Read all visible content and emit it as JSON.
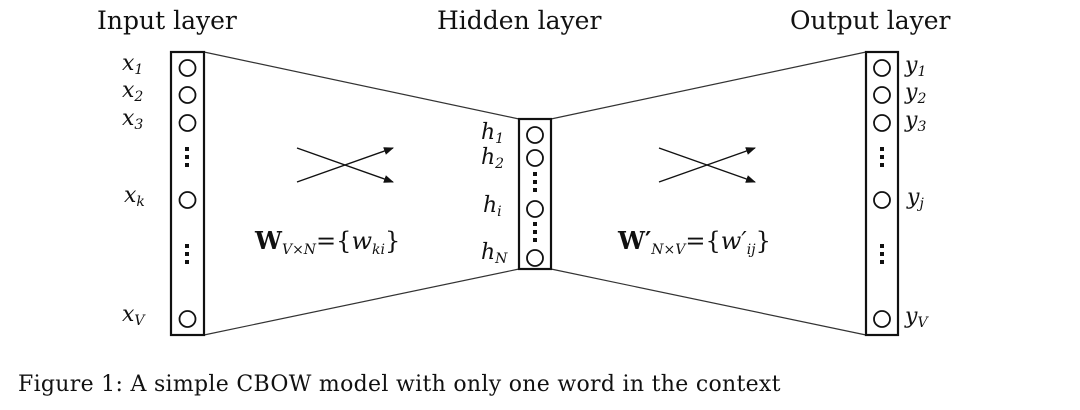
{
  "layers": {
    "input_title": "Input layer",
    "hidden_title": "Hidden layer",
    "output_title": "Output layer"
  },
  "input_nodes": [
    {
      "base": "x",
      "sub": "1"
    },
    {
      "base": "x",
      "sub": "2"
    },
    {
      "base": "x",
      "sub": "3"
    },
    {
      "base": "x",
      "sub": "k"
    },
    {
      "base": "x",
      "sub": "V"
    }
  ],
  "hidden_nodes": [
    {
      "base": "h",
      "sub": "1"
    },
    {
      "base": "h",
      "sub": "2"
    },
    {
      "base": "h",
      "sub": "i"
    },
    {
      "base": "h",
      "sub": "N"
    }
  ],
  "output_nodes": [
    {
      "base": "y",
      "sub": "1"
    },
    {
      "base": "y",
      "sub": "2"
    },
    {
      "base": "y",
      "sub": "3"
    },
    {
      "base": "y",
      "sub": "j"
    },
    {
      "base": "y",
      "sub": "V"
    }
  ],
  "weights": {
    "input_to_hidden": {
      "symbol": "W",
      "sub": "V×N",
      "rhs_open": "={",
      "rhs_var": "w",
      "rhs_sub": "ki",
      "rhs_close": "}"
    },
    "hidden_to_output": {
      "symbol": "W′",
      "sub": "N×V",
      "rhs_open": "={",
      "rhs_var": "w′",
      "rhs_sub": "ij",
      "rhs_close": "}"
    }
  },
  "caption": "Figure 1: A simple CBOW model with only one word in the context"
}
